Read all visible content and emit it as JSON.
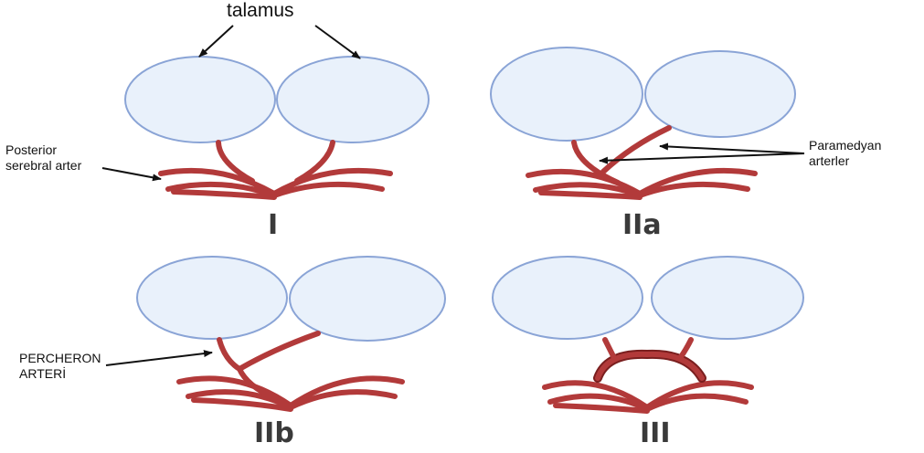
{
  "labels": {
    "talamus": "talamus",
    "posterior": "Posterior\nserebral arter",
    "paramedyan": "Paramedyan\narterler",
    "percheron": "PERCHERON\nARTERİ"
  },
  "variants": [
    {
      "id": "I",
      "label": "I"
    },
    {
      "id": "IIa",
      "label": "IIa"
    },
    {
      "id": "IIb",
      "label": "IIb"
    },
    {
      "id": "III",
      "label": "III"
    }
  ],
  "colors": {
    "thalamus_fill": "#e9f1fb",
    "thalamus_stroke": "#8aa4d6",
    "artery": "#b23a3a",
    "artery_dark": "#7a1f1f",
    "arrow": "#111111",
    "label_text": "#3a3a3a"
  }
}
